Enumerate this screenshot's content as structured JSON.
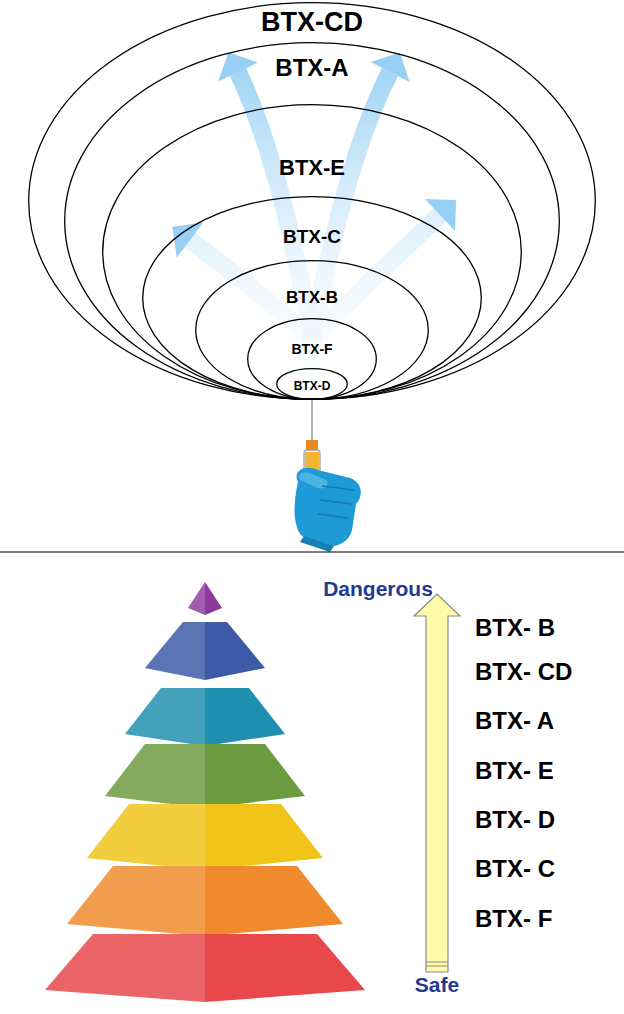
{
  "diagram": {
    "nodes": [
      {
        "text": [
          "BTX-CD"
        ]
      },
      {
        "text": [
          "BTX-A"
        ],
        "in": 0
      },
      {
        "text": [
          "BTX-E"
        ],
        "in": 1
      },
      {
        "text": [
          "BTX-C"
        ],
        "in": 2
      },
      {
        "text": [
          "BTX-B"
        ],
        "in": 3
      },
      {
        "text": [
          "BTX-F"
        ],
        "in": 4
      },
      {
        "text": [
          "BTX-D"
        ],
        "in": 5
      }
    ],
    "labels": [
      "Dangerous",
      "BTX- B",
      "BTX- CD",
      "BTX- A",
      "BTX- E",
      "BTX- D",
      "BTX- C",
      "BTX- F",
      "Safe"
    ]
  }
}
